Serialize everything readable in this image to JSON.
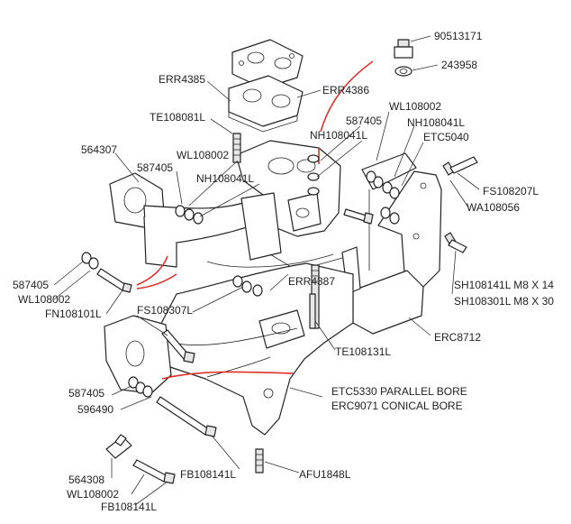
{
  "diagram": {
    "labels": {
      "p90513171": "90513171",
      "p243958": "243958",
      "err4385": "ERR4385",
      "err4386": "ERR4386",
      "wl108002_a": "WL108002",
      "te108081l": "TE108081L",
      "p587405_a": "587405",
      "nh108041l_a": "NH108041L",
      "nh108041l_b": "NH108041L",
      "etc5040": "ETC5040",
      "p564307": "564307",
      "wl108002_b": "WL108002",
      "p587405_b": "587405",
      "nh108041l_c": "NH108041L",
      "fs108207l": "FS108207L",
      "wa108056": "WA108056",
      "p587405_c": "587405",
      "wl108002_c": "WL108002",
      "fn108101l": "FN108101L",
      "err4387": "ERR4387",
      "sh108141l": "SH108141L M8 X 14",
      "sh108301l": "SH108301L M8 X 30",
      "fs108307l": "FS108307L",
      "erc8712": "ERC8712",
      "te108131l": "TE108131L",
      "p587405_d": "587405",
      "p596490": "596490",
      "etc5330": "ETC5330 PARALLEL BORE",
      "erc9071": "ERC9071 CONICAL BORE",
      "p564308": "564308",
      "wl108002_d": "WL108002",
      "fb108141l_a": "FB108141L",
      "fb108141l_b": "FB108141L",
      "afu1848l": "AFU1848L"
    },
    "accent_color": "#e0302a"
  }
}
